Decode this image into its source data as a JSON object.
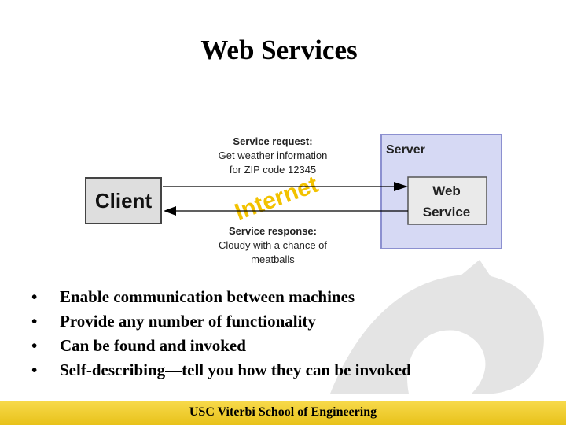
{
  "slide": {
    "title": "Web Services"
  },
  "diagram": {
    "client_label": "Client",
    "server_label": "Server",
    "web_service_line1": "Web",
    "web_service_line2": "Service",
    "request_line1": "Service request:",
    "request_line2": "Get weather information",
    "request_line3": "for ZIP code 12345",
    "response_line1": "Service response:",
    "response_line2": "Cloudy with a chance of",
    "response_line3": "meatballs",
    "internet_label": "Internet",
    "colors": {
      "server_fill": "#d6d9f4",
      "server_border": "#8c90d0",
      "client_fill": "#dedede",
      "internet_text": "#f2c200"
    }
  },
  "bullets": [
    "Enable communication between machines",
    "Provide any number of functionality",
    "Can be found and invoked",
    "Self-describing—tell you how they can be invoked"
  ],
  "footer": {
    "text": "USC Viterbi School of Engineering",
    "color": "#f2cf2c"
  }
}
